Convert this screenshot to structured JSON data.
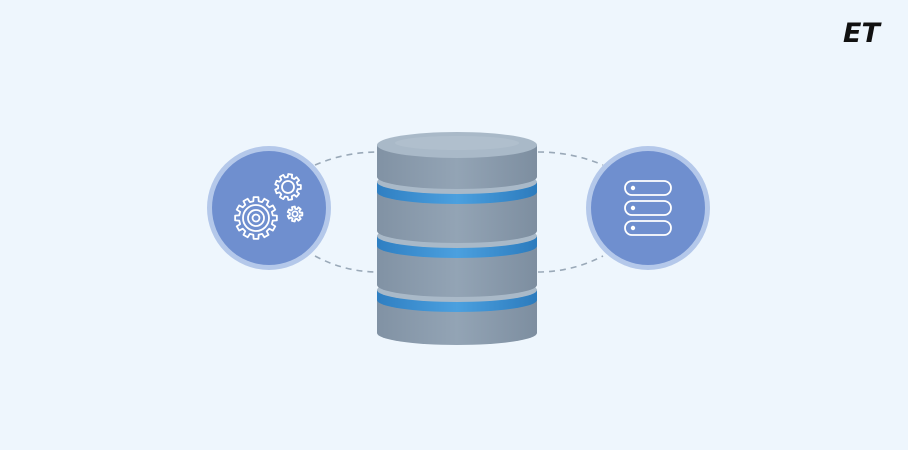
{
  "brand": {
    "logo_text": "ET"
  },
  "colors": {
    "background": "#eef6fd",
    "circle_fill": "#6f8fcf",
    "circle_ring": "#b4c8ea",
    "cylinder_body": "#8ea0b2",
    "cylinder_top": "#a9b9c8",
    "cylinder_band": "#3d8fd0",
    "connector_line": "#9aa9b8",
    "icon_stroke": "#ffffff"
  },
  "diagram": {
    "left_node": {
      "icon": "gears-icon"
    },
    "center_node": {
      "icon": "database-cylinder"
    },
    "right_node": {
      "icon": "server-stack-icon"
    },
    "connectors": {
      "style": "dashed",
      "count": 4
    }
  }
}
